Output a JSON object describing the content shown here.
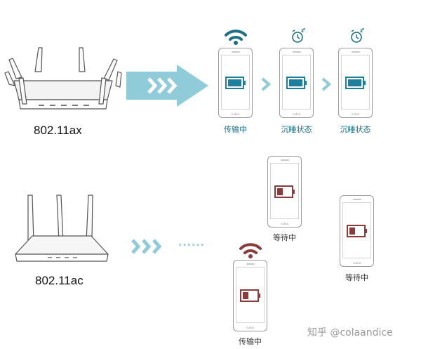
{
  "standards": {
    "ax": {
      "label": "802.11ax"
    },
    "ac": {
      "label": "802.11ac"
    }
  },
  "states": {
    "transmitting": "传输中",
    "sleeping": "沉睡状态",
    "waiting": "等待中"
  },
  "phone_brand": "nubia",
  "watermark": "知乎 @colaandice",
  "dots": "......",
  "colors": {
    "ax_accent": "#1d7f9b",
    "ac_accent": "#8c3b3b",
    "arrow": "#8fcbd8"
  }
}
